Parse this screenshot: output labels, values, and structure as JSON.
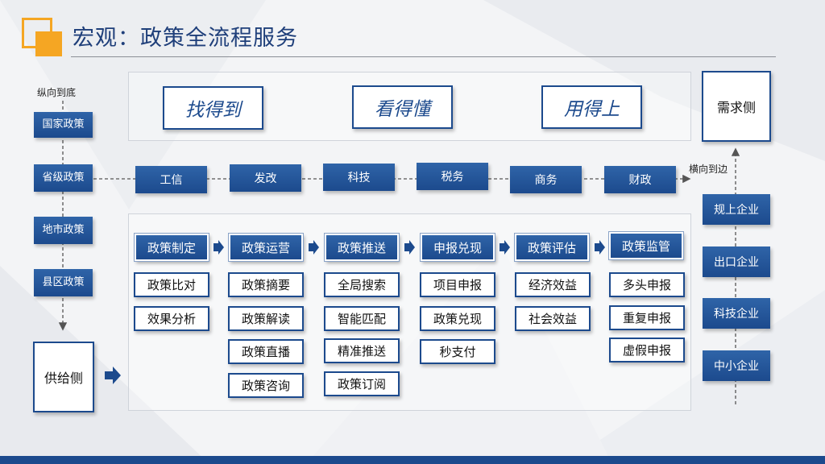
{
  "title": "宏观：政策全流程服务",
  "vertical_label": "纵向到底",
  "horizontal_label": "横向到边",
  "gov_levels": [
    "国家政策",
    "省级政策",
    "地市政策",
    "县区政策"
  ],
  "supply_side": "供给侧",
  "demand_side": "需求侧",
  "slogans": [
    "找得到",
    "看得懂",
    "用得上"
  ],
  "departments": [
    "工信",
    "发改",
    "科技",
    "税务",
    "商务",
    "财政"
  ],
  "enterprises": [
    "规上企业",
    "出口企业",
    "科技企业",
    "中小企业"
  ],
  "stages": [
    {
      "name": "政策制定",
      "items": [
        "政策比对",
        "效果分析"
      ]
    },
    {
      "name": "政策运营",
      "items": [
        "政策摘要",
        "政策解读",
        "政策直播",
        "政策咨询"
      ]
    },
    {
      "name": "政策推送",
      "items": [
        "全局搜索",
        "智能匹配",
        "精准推送",
        "政策订阅"
      ]
    },
    {
      "name": "申报兑现",
      "items": [
        "项目申报",
        "政策兑现",
        "秒支付"
      ]
    },
    {
      "name": "政策评估",
      "items": [
        "经济效益",
        "社会效益"
      ]
    },
    {
      "name": "政策监管",
      "items": [
        "多头申报",
        "重复申报",
        "虚假申报"
      ]
    }
  ],
  "colors": {
    "accent": "#f5a623",
    "primary": "#1c4a8d",
    "title": "#1f3f7a"
  }
}
